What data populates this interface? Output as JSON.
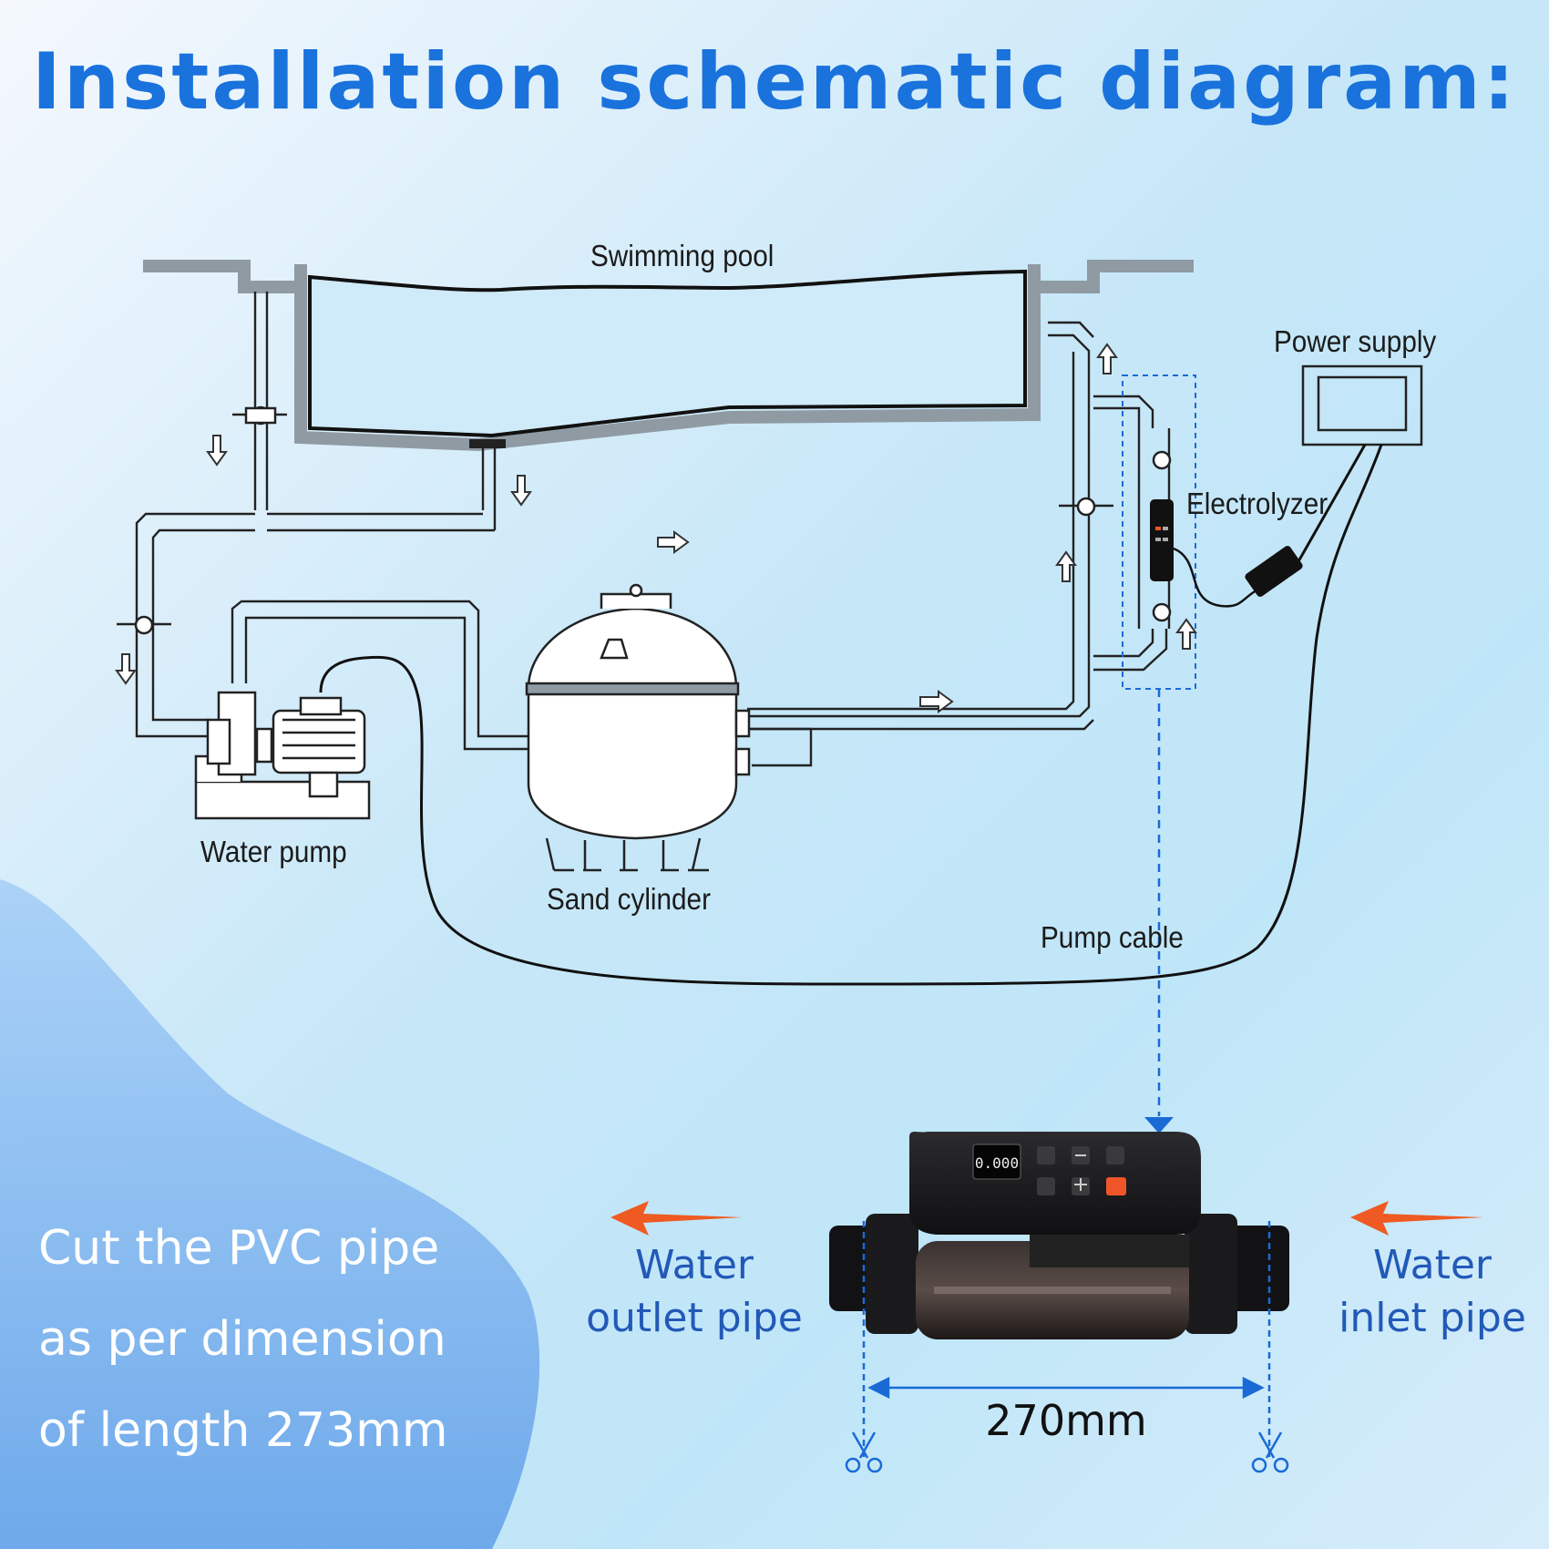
{
  "title": "Installation schematic diagram:",
  "labels": {
    "swimming_pool": "Swimming pool",
    "power_supply": "Power supply",
    "electrolyzer": "Electrolyzer",
    "water_pump": "Water pump",
    "sand_cylinder": "Sand cylinder",
    "pump_cable": "Pump cable"
  },
  "pipes": {
    "outlet_line1": "Water",
    "outlet_line2": "outlet pipe",
    "inlet_line1": "Water",
    "inlet_line2": "inlet pipe"
  },
  "note": {
    "line1": "Cut the PVC pipe",
    "line2": "as per dimension",
    "line3": "of length 273mm"
  },
  "dimension": "270mm",
  "colors": {
    "title": "#1a72dc",
    "pipe_label": "#2259b8",
    "flow_arrow": "#ef5a22",
    "dim_line": "#1a6ad6",
    "device_body": "#1c1c1e",
    "power_button": "#f0552a"
  },
  "icons": [
    "scissors-icon",
    "flow-arrow-icon",
    "valve-icon"
  ]
}
